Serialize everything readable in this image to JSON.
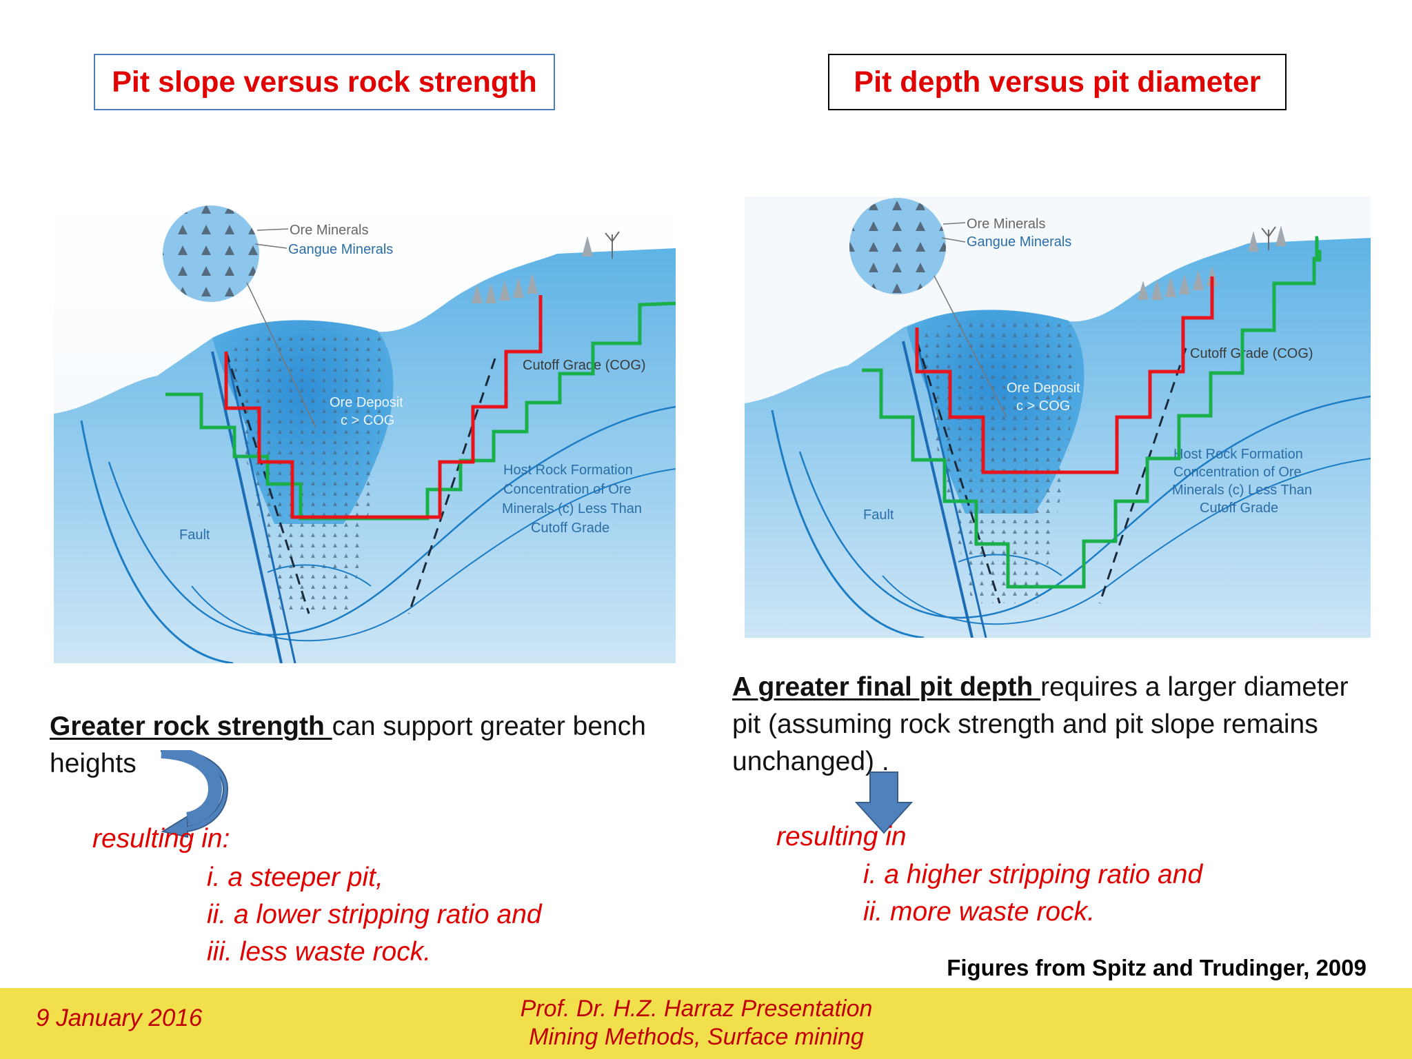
{
  "left_panel": {
    "title": "Pit slope versus rock strength",
    "figure_labels": {
      "ore_minerals": "Ore Minerals",
      "gangue_minerals": "Gangue Minerals",
      "ore_deposit": "Ore Deposit",
      "ore_condition": "c > COG",
      "cutoff_grade": "Cutoff Grade (COG)",
      "host_rock_1": "Host Rock Formation",
      "host_rock_2": "Concentration of Ore",
      "host_rock_3": "Minerals (c) Less Than",
      "host_rock_4": "Cutoff Grade",
      "fault": "Fault"
    },
    "statement_bold": "Greater rock strength ",
    "statement_rest": "can support greater bench heights",
    "resulting": "resulting in:",
    "results": [
      "i.   a steeper pit,",
      "ii.  a lower stripping ratio and",
      "iii. less waste rock."
    ]
  },
  "right_panel": {
    "title": "Pit depth versus pit diameter",
    "figure_labels": {
      "ore_minerals": "Ore Minerals",
      "gangue_minerals": "Gangue Minerals",
      "ore_deposit": "Ore Deposit",
      "ore_condition": "c > COG",
      "cutoff_grade": "Cutoff Grade (COG)",
      "host_rock_1": "Host Rock Formation",
      "host_rock_2": "Concentration of Ore",
      "host_rock_3": "Minerals (c) Less Than",
      "host_rock_4": "Cutoff Grade",
      "fault": "Fault"
    },
    "statement_bold": "A greater final pit depth ",
    "statement_rest": "requires a larger diameter pit (assuming rock strength and pit slope remains unchanged) .",
    "resulting": "resulting in",
    "results": [
      "i.   a higher stripping ratio and",
      "ii.   more waste rock."
    ]
  },
  "credit": "Figures from Spitz and Trudinger, 2009",
  "footer": {
    "date": "9 January 2016",
    "line1": "Prof. Dr. H.Z. Harraz Presentation",
    "line2": "Mining Methods, Surface mining"
  },
  "colors": {
    "title_red": "#e00000",
    "footer_bg": "#f1e04c",
    "footer_text": "#c00000",
    "pit_red": "#e8141c",
    "pit_green": "#19b04a",
    "arrow_blue": "#4f81bd"
  }
}
